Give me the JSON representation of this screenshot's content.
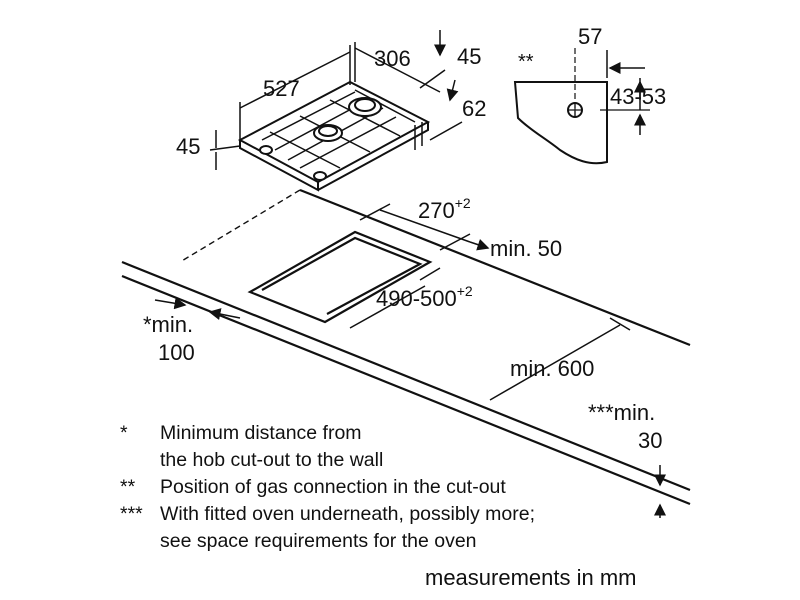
{
  "hob": {
    "width_depth": "527",
    "width_front": "306",
    "height_top": "45",
    "height_left": "45",
    "depth_side": "62"
  },
  "detail": {
    "marker": "**",
    "offset": "57",
    "height_range": "43-53"
  },
  "cutout": {
    "depth": "270",
    "depth_tol": "+2",
    "width": "490-500",
    "width_tol": "+2",
    "rear_min": "min. 50",
    "wall_min_a": "*min.",
    "wall_min_b": "100",
    "front_min": "min. 600",
    "oven_min_a": "***min.",
    "oven_min_b": "30"
  },
  "legend": [
    {
      "mark": "*",
      "lines": [
        "Minimum distance from",
        "the hob cut-out to the wall"
      ]
    },
    {
      "mark": "**",
      "lines": [
        "Position of gas connection in the cut-out"
      ]
    },
    {
      "mark": "***",
      "lines": [
        "With fitted oven underneath, possibly more;",
        "see space requirements for the oven"
      ]
    }
  ],
  "units_label": "measurements in mm"
}
